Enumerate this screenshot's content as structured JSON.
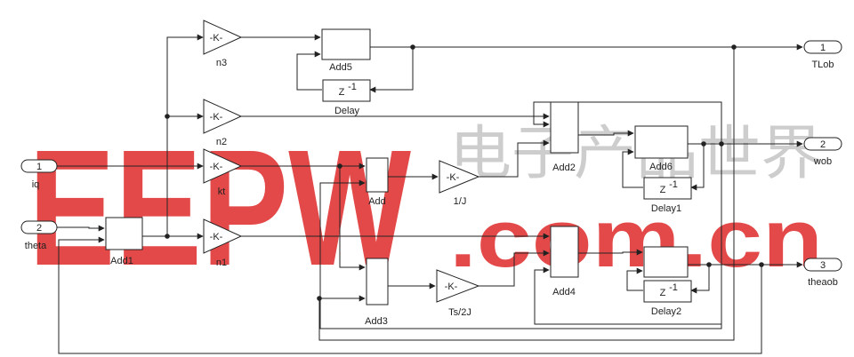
{
  "watermark": {
    "logo_text": "EEPW",
    "domain_text": ".com.cn",
    "chinese_text": "电子产品世界",
    "color": "#e23a3a"
  },
  "ports": {
    "inputs": [
      {
        "num": "1",
        "name": "iq"
      },
      {
        "num": "2",
        "name": "theta"
      }
    ],
    "outputs": [
      {
        "num": "1",
        "name": "TLob"
      },
      {
        "num": "2",
        "name": "wob"
      },
      {
        "num": "3",
        "name": "theaob"
      }
    ]
  },
  "gains": {
    "glyph": "-K-",
    "n3": "n3",
    "n2": "n2",
    "kt": "kt",
    "n1": "n1",
    "inv_j": "1/J",
    "ts2j": "Ts/2J"
  },
  "sums": {
    "add": "Add",
    "add1": "Add1",
    "add2": "Add2",
    "add3": "Add3",
    "add4": "Add4",
    "add5": "Add5",
    "add6": "Add6"
  },
  "delays": {
    "glyph": "Z",
    "glyph_exp": "-1",
    "delay": "Delay",
    "delay1": "Delay1",
    "delay2": "Delay2"
  }
}
